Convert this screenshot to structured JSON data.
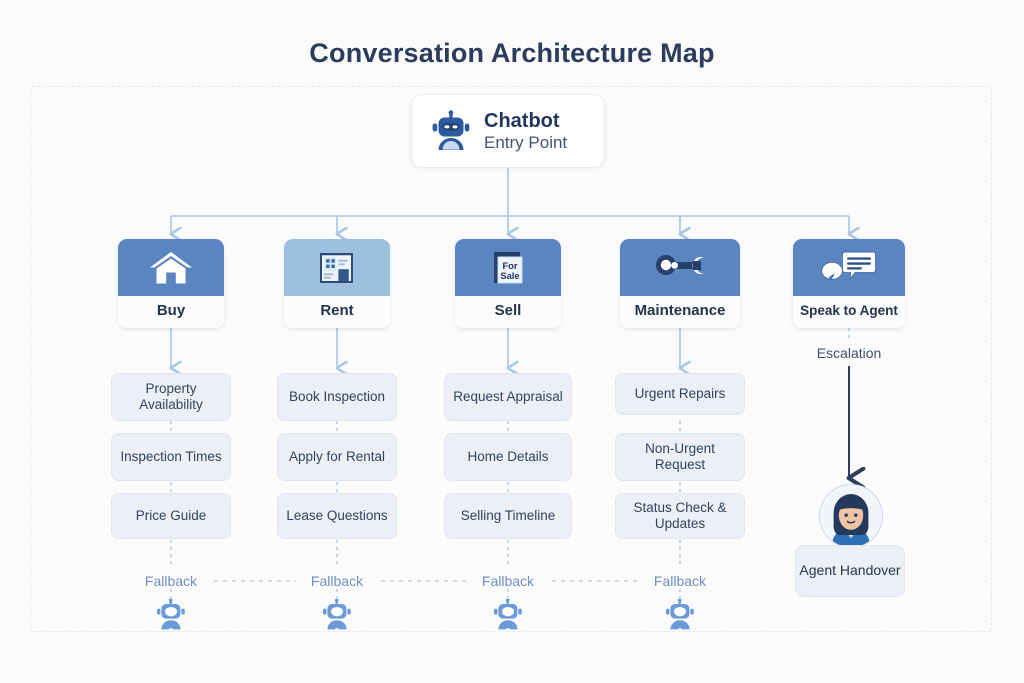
{
  "page": {
    "title": "Conversation Architecture Map",
    "background": "#fbfbfc"
  },
  "entry": {
    "icon": "robot-icon",
    "title": "Chatbot",
    "subtitle": "Entry Point"
  },
  "categories": [
    {
      "id": "buy",
      "label": "Buy",
      "icon": "house-icon",
      "header_color": "#5b85c0",
      "items": [
        "Property Availability",
        "Inspection Times",
        "Price Guide"
      ],
      "fallback_label": "Fallback",
      "fallback_icon": "robot-icon"
    },
    {
      "id": "rent",
      "label": "Rent",
      "icon": "apartment-building-icon",
      "header_color": "#9dc0e0",
      "items": [
        "Book Inspection",
        "Apply for Rental",
        "Lease Questions"
      ],
      "fallback_label": "Fallback",
      "fallback_icon": "robot-icon"
    },
    {
      "id": "sell",
      "label": "Sell",
      "icon": "for-sale-sign-icon",
      "header_color": "#5b85c0",
      "items": [
        "Request Appraisal",
        "Home Details",
        "Selling Timeline"
      ],
      "fallback_label": "Fallback",
      "fallback_icon": "robot-icon"
    },
    {
      "id": "maintenance",
      "label": "Maintenance",
      "icon": "wrench-icon",
      "header_color": "#5b85c0",
      "items": [
        "Urgent Repairs",
        "Non-Urgent Request",
        "Status Check & Updates"
      ],
      "fallback_label": "Fallback",
      "fallback_icon": "robot-icon"
    },
    {
      "id": "speak-to-agent",
      "label": "Speak to Agent",
      "icon": "chat-bubbles-icon",
      "header_color": "#5b85c0",
      "items": [],
      "fallback_label": "",
      "fallback_icon": ""
    }
  ],
  "escalation": {
    "label": "Escalation",
    "arrow_color": "#2b3c5c"
  },
  "handover": {
    "label": "Agent Handover",
    "avatar_icon": "agent-avatar-icon"
  },
  "colors": {
    "title": "#2b3c5c",
    "connector": "#a9c6e4",
    "sub_card_bg": "#eceff6",
    "accent_blue": "#5b85c0",
    "light_blue": "#9dc0e0",
    "robot_blue": "#6a9bd8",
    "dark_navy": "#2d5a9e"
  }
}
